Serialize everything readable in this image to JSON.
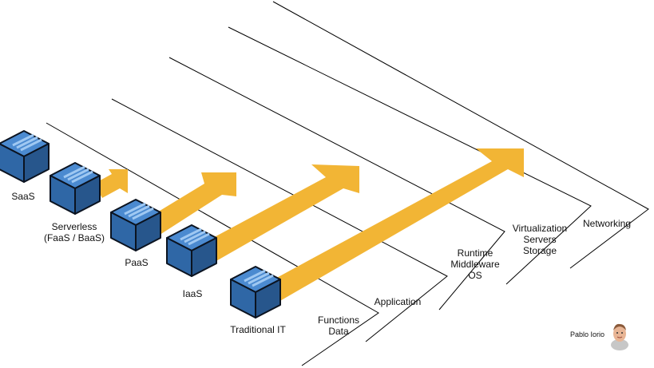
{
  "diagram": {
    "layer_labels": [
      {
        "lines": [
          "Networking"
        ]
      },
      {
        "lines": [
          "Virtualization",
          "Servers",
          "Storage"
        ]
      },
      {
        "lines": [
          "Runtime",
          "Middleware",
          "OS"
        ]
      },
      {
        "lines": [
          "Application"
        ]
      },
      {
        "lines": [
          "Functions",
          "Data"
        ]
      }
    ],
    "models": [
      {
        "lines": [
          "SaaS"
        ]
      },
      {
        "lines": [
          "Serverless",
          "(FaaS / BaaS)"
        ]
      },
      {
        "lines": [
          "PaaS"
        ]
      },
      {
        "lines": [
          "IaaS"
        ]
      },
      {
        "lines": [
          "Traditional IT"
        ]
      }
    ],
    "credit": "Pablo Iorio",
    "colors": {
      "arrow": "#F2B535",
      "cube_front": "#2F67A6",
      "cube_top": "#4B8AD0",
      "cube_side": "#27568C",
      "cube_stroke": "#0B1320",
      "line": "#000000"
    },
    "icons": {
      "model_box": "cube-icon",
      "avatar": "person-avatar-icon"
    }
  }
}
